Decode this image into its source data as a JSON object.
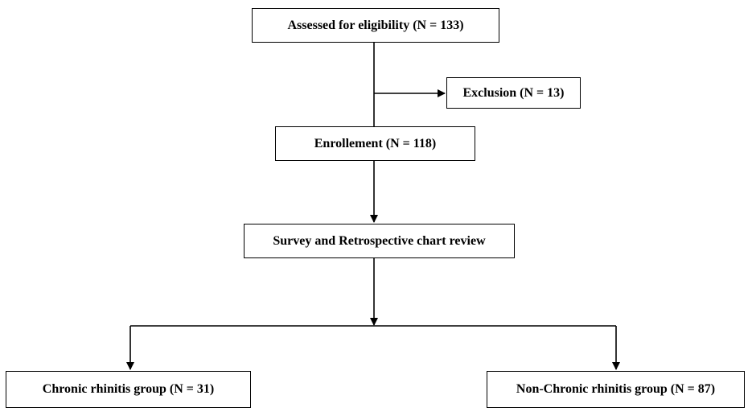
{
  "nodes": {
    "assessed": {
      "label": "Assessed for eligibility (N = 133)"
    },
    "exclusion": {
      "label": "Exclusion (N = 13)"
    },
    "enrollment": {
      "label": "Enrollement (N = 118)"
    },
    "survey": {
      "label": "Survey and Retrospective chart review"
    },
    "chronic": {
      "label": "Chronic rhinitis group (N = 31)"
    },
    "nonchronic": {
      "label": "Non-Chronic rhinitis group (N = 87)"
    }
  },
  "edges": [
    {
      "from": "assessed",
      "to": "enrollment"
    },
    {
      "from": "assessed",
      "to": "exclusion"
    },
    {
      "from": "enrollment",
      "to": "survey"
    },
    {
      "from": "survey",
      "to": "chronic"
    },
    {
      "from": "survey",
      "to": "nonchronic"
    }
  ],
  "colors": {
    "line": "#000000",
    "box_border": "#000000",
    "background": "#ffffff",
    "text": "#000000"
  }
}
